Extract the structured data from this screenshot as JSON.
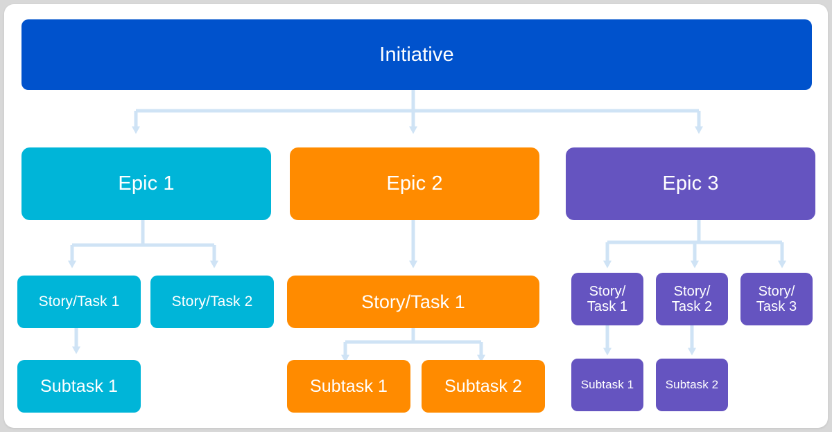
{
  "diagram": {
    "title": "Agile hierarchy: Initiative to Epics to Stories to Subtasks",
    "background_color": "#d8d8d8",
    "card_color": "#ffffff",
    "connector_color": "#cfe3f5"
  },
  "colors": {
    "initiative": "#0052cc",
    "epic1": "#00b5d8",
    "epic2": "#ff8b00",
    "epic3": "#6554c0"
  },
  "nodes": {
    "initiative": {
      "label": "Initiative"
    },
    "epic1": {
      "label": "Epic 1"
    },
    "epic2": {
      "label": "Epic 2"
    },
    "epic3": {
      "label": "Epic 3"
    },
    "epic1_story1": {
      "label": "Story/Task 1"
    },
    "epic1_story2": {
      "label": "Story/Task 2"
    },
    "epic1_subtask1": {
      "label": "Subtask 1"
    },
    "epic2_story1": {
      "label": "Story/Task 1"
    },
    "epic2_subtask1": {
      "label": "Subtask 1"
    },
    "epic2_subtask2": {
      "label": "Subtask 2"
    },
    "epic3_story1": {
      "label": "Story/\nTask 1"
    },
    "epic3_story2": {
      "label": "Story/\nTask 2"
    },
    "epic3_story3": {
      "label": "Story/\nTask 3"
    },
    "epic3_subtask1": {
      "label": "Subtask 1"
    },
    "epic3_subtask2": {
      "label": "Subtask 2"
    }
  },
  "hierarchy": {
    "root": "Initiative",
    "levels": [
      "Initiative",
      "Epic",
      "Story/Task",
      "Subtask"
    ],
    "edges": [
      {
        "from": "initiative",
        "to": "epic1"
      },
      {
        "from": "initiative",
        "to": "epic2"
      },
      {
        "from": "initiative",
        "to": "epic3"
      },
      {
        "from": "epic1",
        "to": "epic1_story1"
      },
      {
        "from": "epic1",
        "to": "epic1_story2"
      },
      {
        "from": "epic1_story1",
        "to": "epic1_subtask1"
      },
      {
        "from": "epic2",
        "to": "epic2_story1"
      },
      {
        "from": "epic2_story1",
        "to": "epic2_subtask1"
      },
      {
        "from": "epic2_story1",
        "to": "epic2_subtask2"
      },
      {
        "from": "epic3",
        "to": "epic3_story1"
      },
      {
        "from": "epic3",
        "to": "epic3_story2"
      },
      {
        "from": "epic3",
        "to": "epic3_story3"
      },
      {
        "from": "epic3_story1",
        "to": "epic3_subtask1"
      },
      {
        "from": "epic3_story2",
        "to": "epic3_subtask2"
      }
    ]
  }
}
